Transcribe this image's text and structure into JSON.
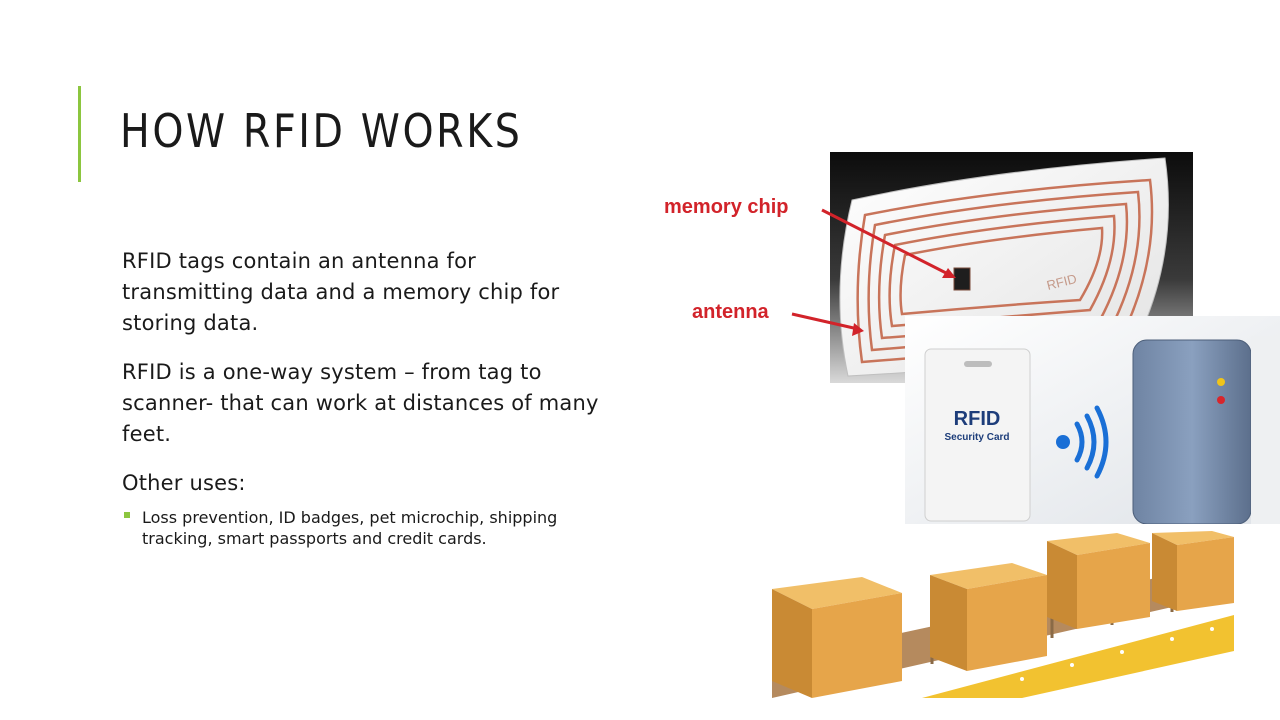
{
  "slide": {
    "title": "HOW RFID WORKS",
    "paragraphs": [
      "RFID tags contain an antenna for transmitting data and a memory chip for storing data.",
      "RFID is a one-way system – from tag to scanner- that can work at distances of many feet."
    ],
    "other_uses_heading": "Other uses:",
    "bullets": [
      "Loss prevention, ID badges, pet microchip, shipping tracking, smart passports and credit cards."
    ]
  },
  "images": {
    "tag_diagram": {
      "label_chip": "memory chip",
      "label_antenna": "antenna",
      "tag_print": "RFID"
    },
    "reader_card": {
      "card_title": "RFID",
      "card_subtitle": "Security Card"
    }
  },
  "colors": {
    "accent": "#8cc63f",
    "label_red": "#d2232a",
    "antenna_copper": "#c8745a",
    "box_cardboard": "#e6a54a",
    "conveyor_yellow": "#f2c230",
    "signal_blue": "#1a6fd6"
  }
}
